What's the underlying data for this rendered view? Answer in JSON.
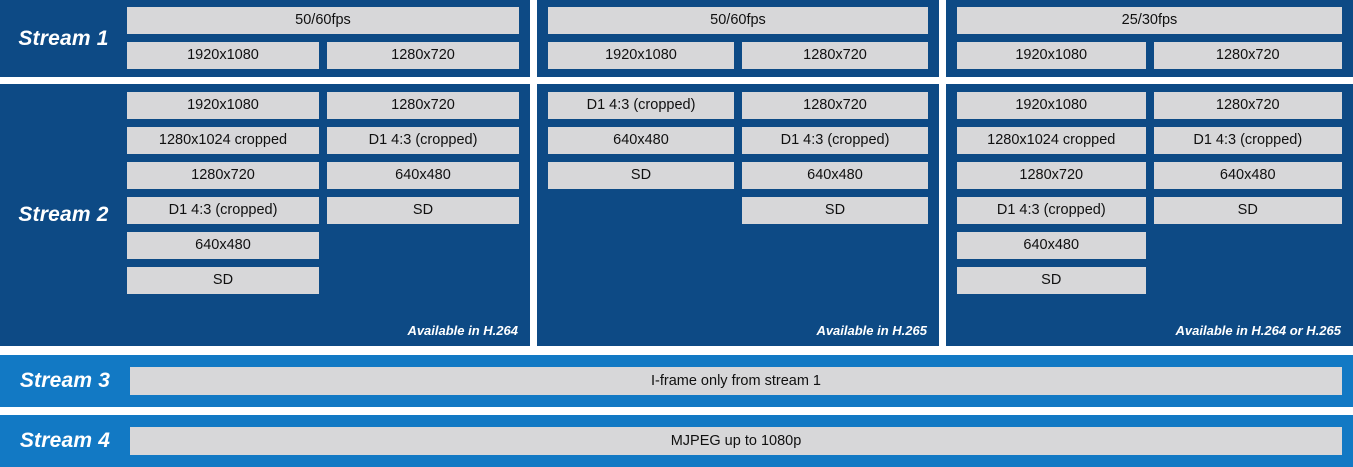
{
  "colors": {
    "panel_dark_blue": "#0d4a85",
    "panel_light_blue": "#1279c4",
    "chip_gray": "#d7d7d9",
    "page_background": "#ffffff",
    "label_text": "#ffffff",
    "chip_text": "#101010"
  },
  "streams": {
    "stream1": {
      "label": "Stream 1",
      "columns": [
        {
          "fps": "50/60fps",
          "resolutions": [
            "1920x1080",
            "1280x720"
          ]
        },
        {
          "fps": "50/60fps",
          "resolutions": [
            "1920x1080",
            "1280x720"
          ]
        },
        {
          "fps": "25/30fps",
          "resolutions": [
            "1920x1080",
            "1280x720"
          ]
        }
      ]
    },
    "stream2": {
      "label": "Stream 2",
      "columns": [
        {
          "left_column": [
            "1920x1080",
            "1280x1024 cropped",
            "1280x720",
            "D1 4:3 (cropped)",
            "640x480",
            "SD"
          ],
          "right_column": [
            "1280x720",
            "D1 4:3 (cropped)",
            "640x480",
            "SD"
          ],
          "availability": "Available in H.264"
        },
        {
          "left_column": [
            "D1 4:3 (cropped)",
            "640x480",
            "SD"
          ],
          "right_column": [
            "1280x720",
            "D1 4:3 (cropped)",
            "640x480",
            "SD"
          ],
          "availability": "Available in H.265"
        },
        {
          "left_column": [
            "1920x1080",
            "1280x1024 cropped",
            "1280x720",
            "D1 4:3 (cropped)",
            "640x480",
            "SD"
          ],
          "right_column": [
            "1280x720",
            "D1 4:3 (cropped)",
            "640x480",
            "SD"
          ],
          "availability": "Available in H.264 or H.265"
        }
      ]
    },
    "stream3": {
      "label": "Stream 3",
      "description": "I-frame only from stream 1"
    },
    "stream4": {
      "label": "Stream 4",
      "description": "MJPEG up to 1080p"
    }
  }
}
